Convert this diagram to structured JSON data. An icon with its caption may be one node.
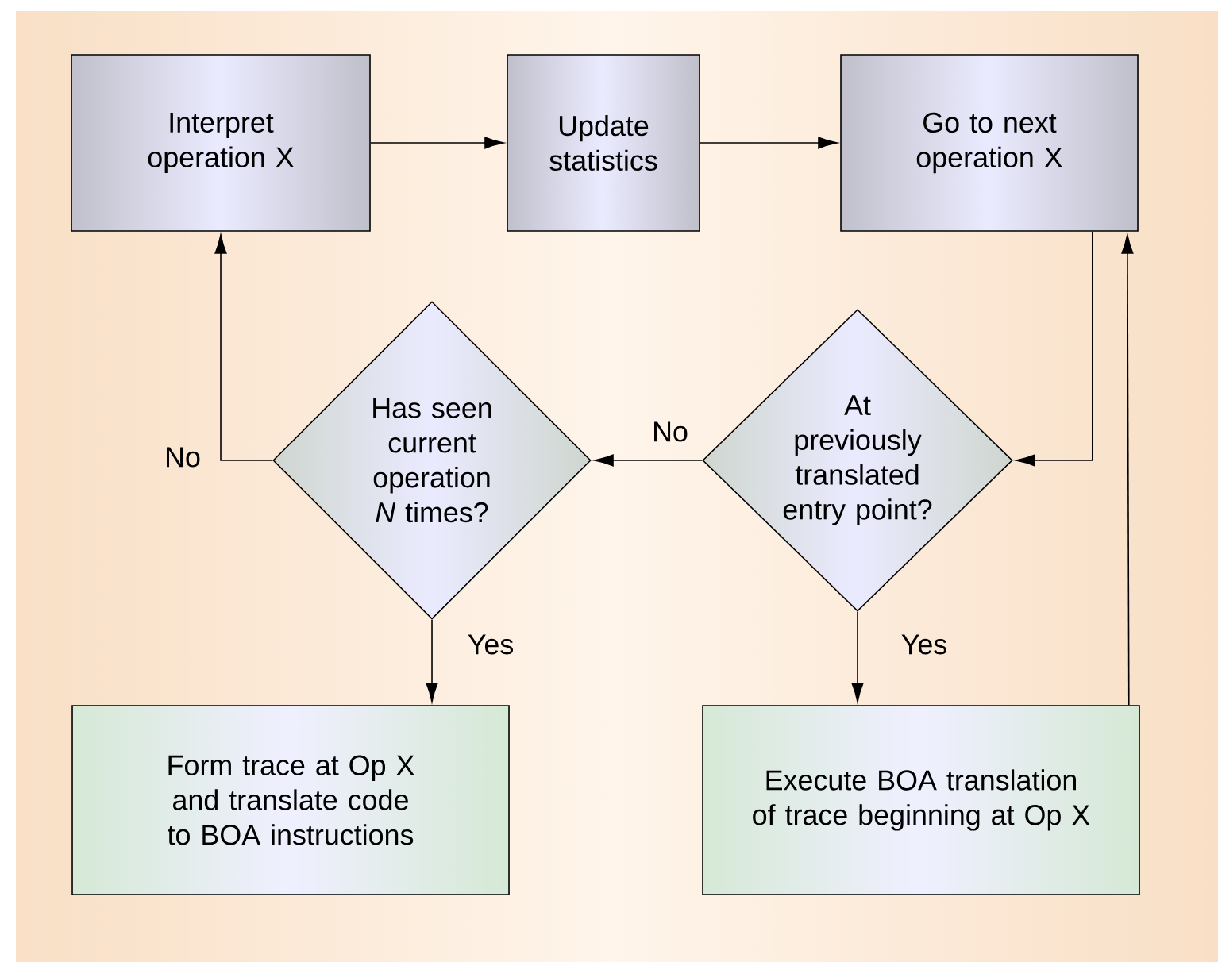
{
  "diagram": {
    "nodes": [
      {
        "text": [
          "Interpret operation X"
        ]
      },
      {
        "text": [
          "Update statistics"
        ]
      },
      {
        "text": [
          "Go to next operation X"
        ]
      },
      {
        "text": [
          "Has seen current operation *N* times?"
        ]
      },
      {
        "text": [
          "At previously translated entry point?"
        ]
      },
      {
        "text": [
          "Form trace at Op X and translate code to BOA instructions"
        ]
      },
      {
        "text": [
          "Execute BOA translation of trace beginning at Op X"
        ]
      }
    ],
    "edges": [
      {
        "from": 0,
        "to": 1,
        "arrow": "to"
      },
      {
        "from": 1,
        "to": 2,
        "arrow": "to"
      },
      {
        "from": 2,
        "to": 4,
        "arrow": "to"
      },
      {
        "from": 4,
        "to": 3,
        "arrow": "to",
        "label": "No"
      },
      {
        "from": 3,
        "to": 0,
        "arrow": "to",
        "label": "No"
      },
      {
        "from": 3,
        "to": 5,
        "arrow": "to",
        "label": "Yes"
      },
      {
        "from": 4,
        "to": 6,
        "arrow": "to",
        "label": "Yes"
      },
      {
        "from": 6,
        "to": 2,
        "arrow": "to"
      }
    ]
  }
}
